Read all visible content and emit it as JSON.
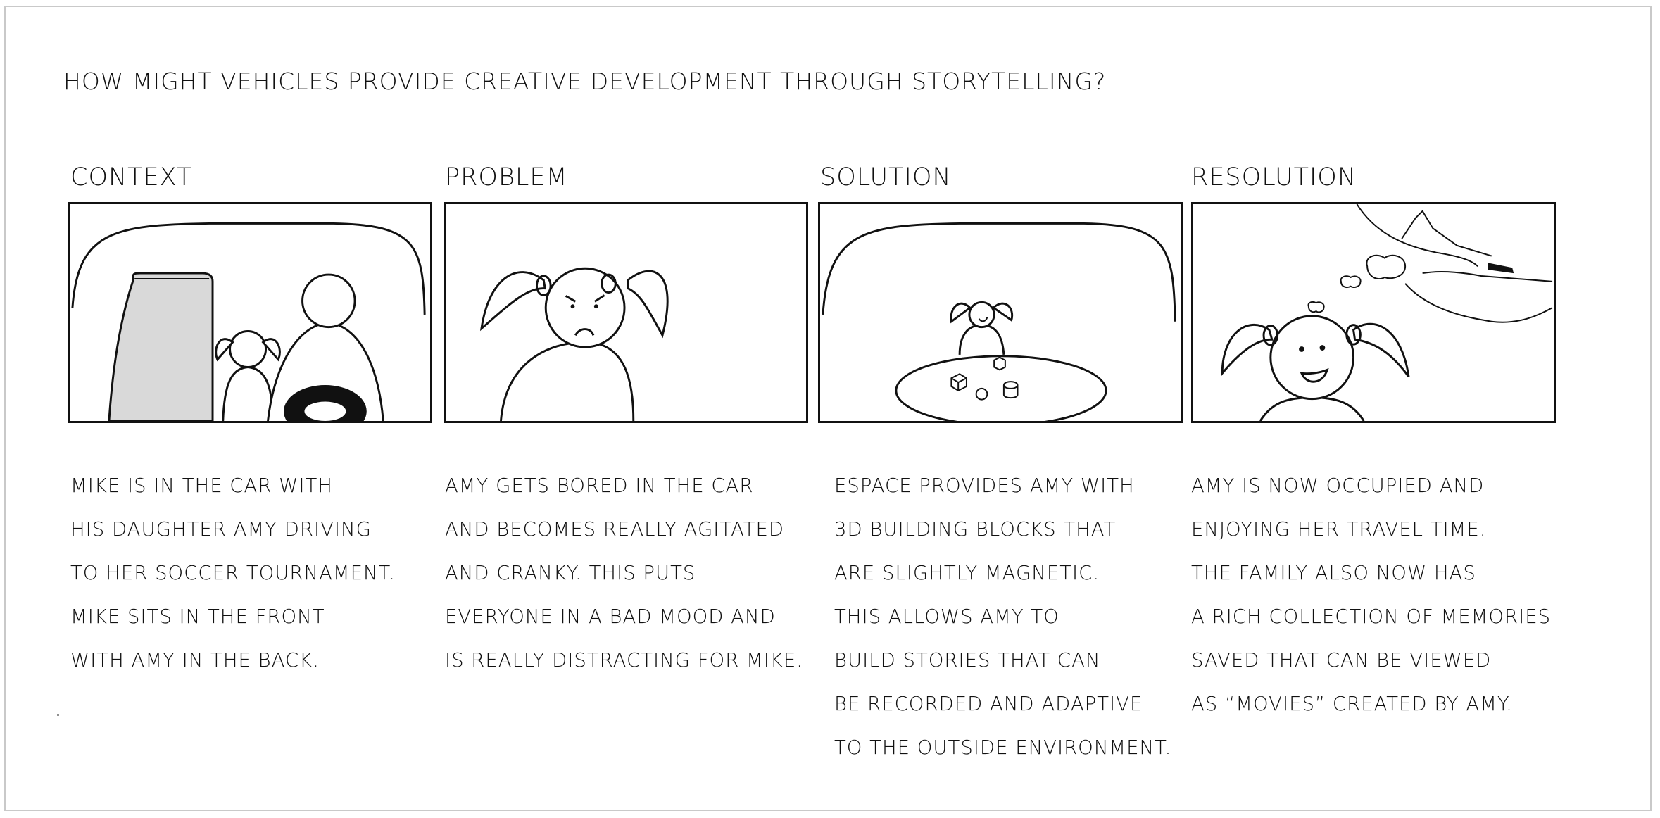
{
  "title": "HOW MIGHT VEHICLES PROVIDE CREATIVE DEVELOPMENT THROUGH STORYTELLING?",
  "panels": [
    {
      "heading": "CONTEXT",
      "caption": [
        "MIKE IS IN THE CAR WITH",
        "HIS DAUGHTER AMY DRIVING",
        "TO HER SOCCER TOURNAMENT.",
        "MIKE SITS IN THE FRONT",
        "WITH AMY IN THE BACK."
      ]
    },
    {
      "heading": "PROBLEM",
      "caption": [
        "AMY GETS BORED IN THE CAR",
        "AND BECOMES REALLY AGITATED",
        "AND CRANKY. THIS PUTS",
        "EVERYONE IN A BAD MOOD AND",
        "IS REALLY DISTRACTING FOR MIKE."
      ]
    },
    {
      "heading": "SOLUTION",
      "caption": [
        "ESPACE PROVIDES AMY WITH",
        "3D BUILDING BLOCKS THAT",
        "ARE SLIGHTLY MAGNETIC.",
        "THIS ALLOWS AMY TO",
        "BUILD STORIES THAT CAN",
        "BE RECORDED AND ADAPTIVE",
        "TO THE OUTSIDE ENVIRONMENT."
      ]
    },
    {
      "heading": "RESOLUTION",
      "caption": [
        "AMY IS NOW OCCUPIED AND",
        "ENJOYING HER TRAVEL TIME.",
        "THE FAMILY ALSO NOW HAS",
        "A RICH COLLECTION OF MEMORIES",
        "SAVED THAT CAN BE VIEWED",
        "AS “MOVIES” CREATED BY AMY."
      ]
    }
  ]
}
